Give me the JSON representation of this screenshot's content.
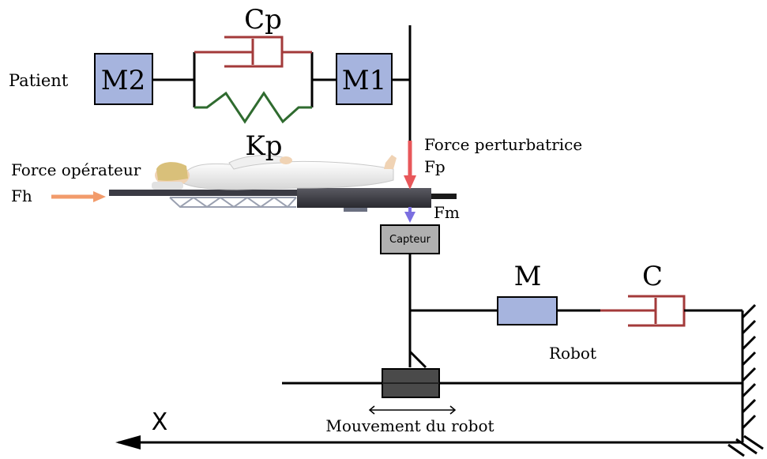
{
  "labels": {
    "patient": "Patient",
    "m2": "M2",
    "m1": "M1",
    "cp": "Cp",
    "kp": "Kp",
    "force_perturbatrice_line1": "Force perturbatrice",
    "force_perturbatrice_line2": "Fp",
    "force_operateur_line1": "Force opérateur",
    "force_operateur_line2": "Fh",
    "fm": "Fm",
    "capteur": "Capteur",
    "m": "M",
    "c": "C",
    "robot": "Robot",
    "mouvement": "Mouvement du robot",
    "x_axis": "X"
  },
  "colors": {
    "mass_fill": "#a6b4de",
    "capteur_fill": "#b0b0b0",
    "robot_block_fill": "#4a4a4a",
    "damper": "#a33a3a",
    "spring": "#2f6b2f",
    "force_operateur_arrow": "#f29b6b",
    "force_perturbatrice_arrow": "#e8575a",
    "fm_arrow": "#7b6fe0",
    "line": "#000000"
  }
}
